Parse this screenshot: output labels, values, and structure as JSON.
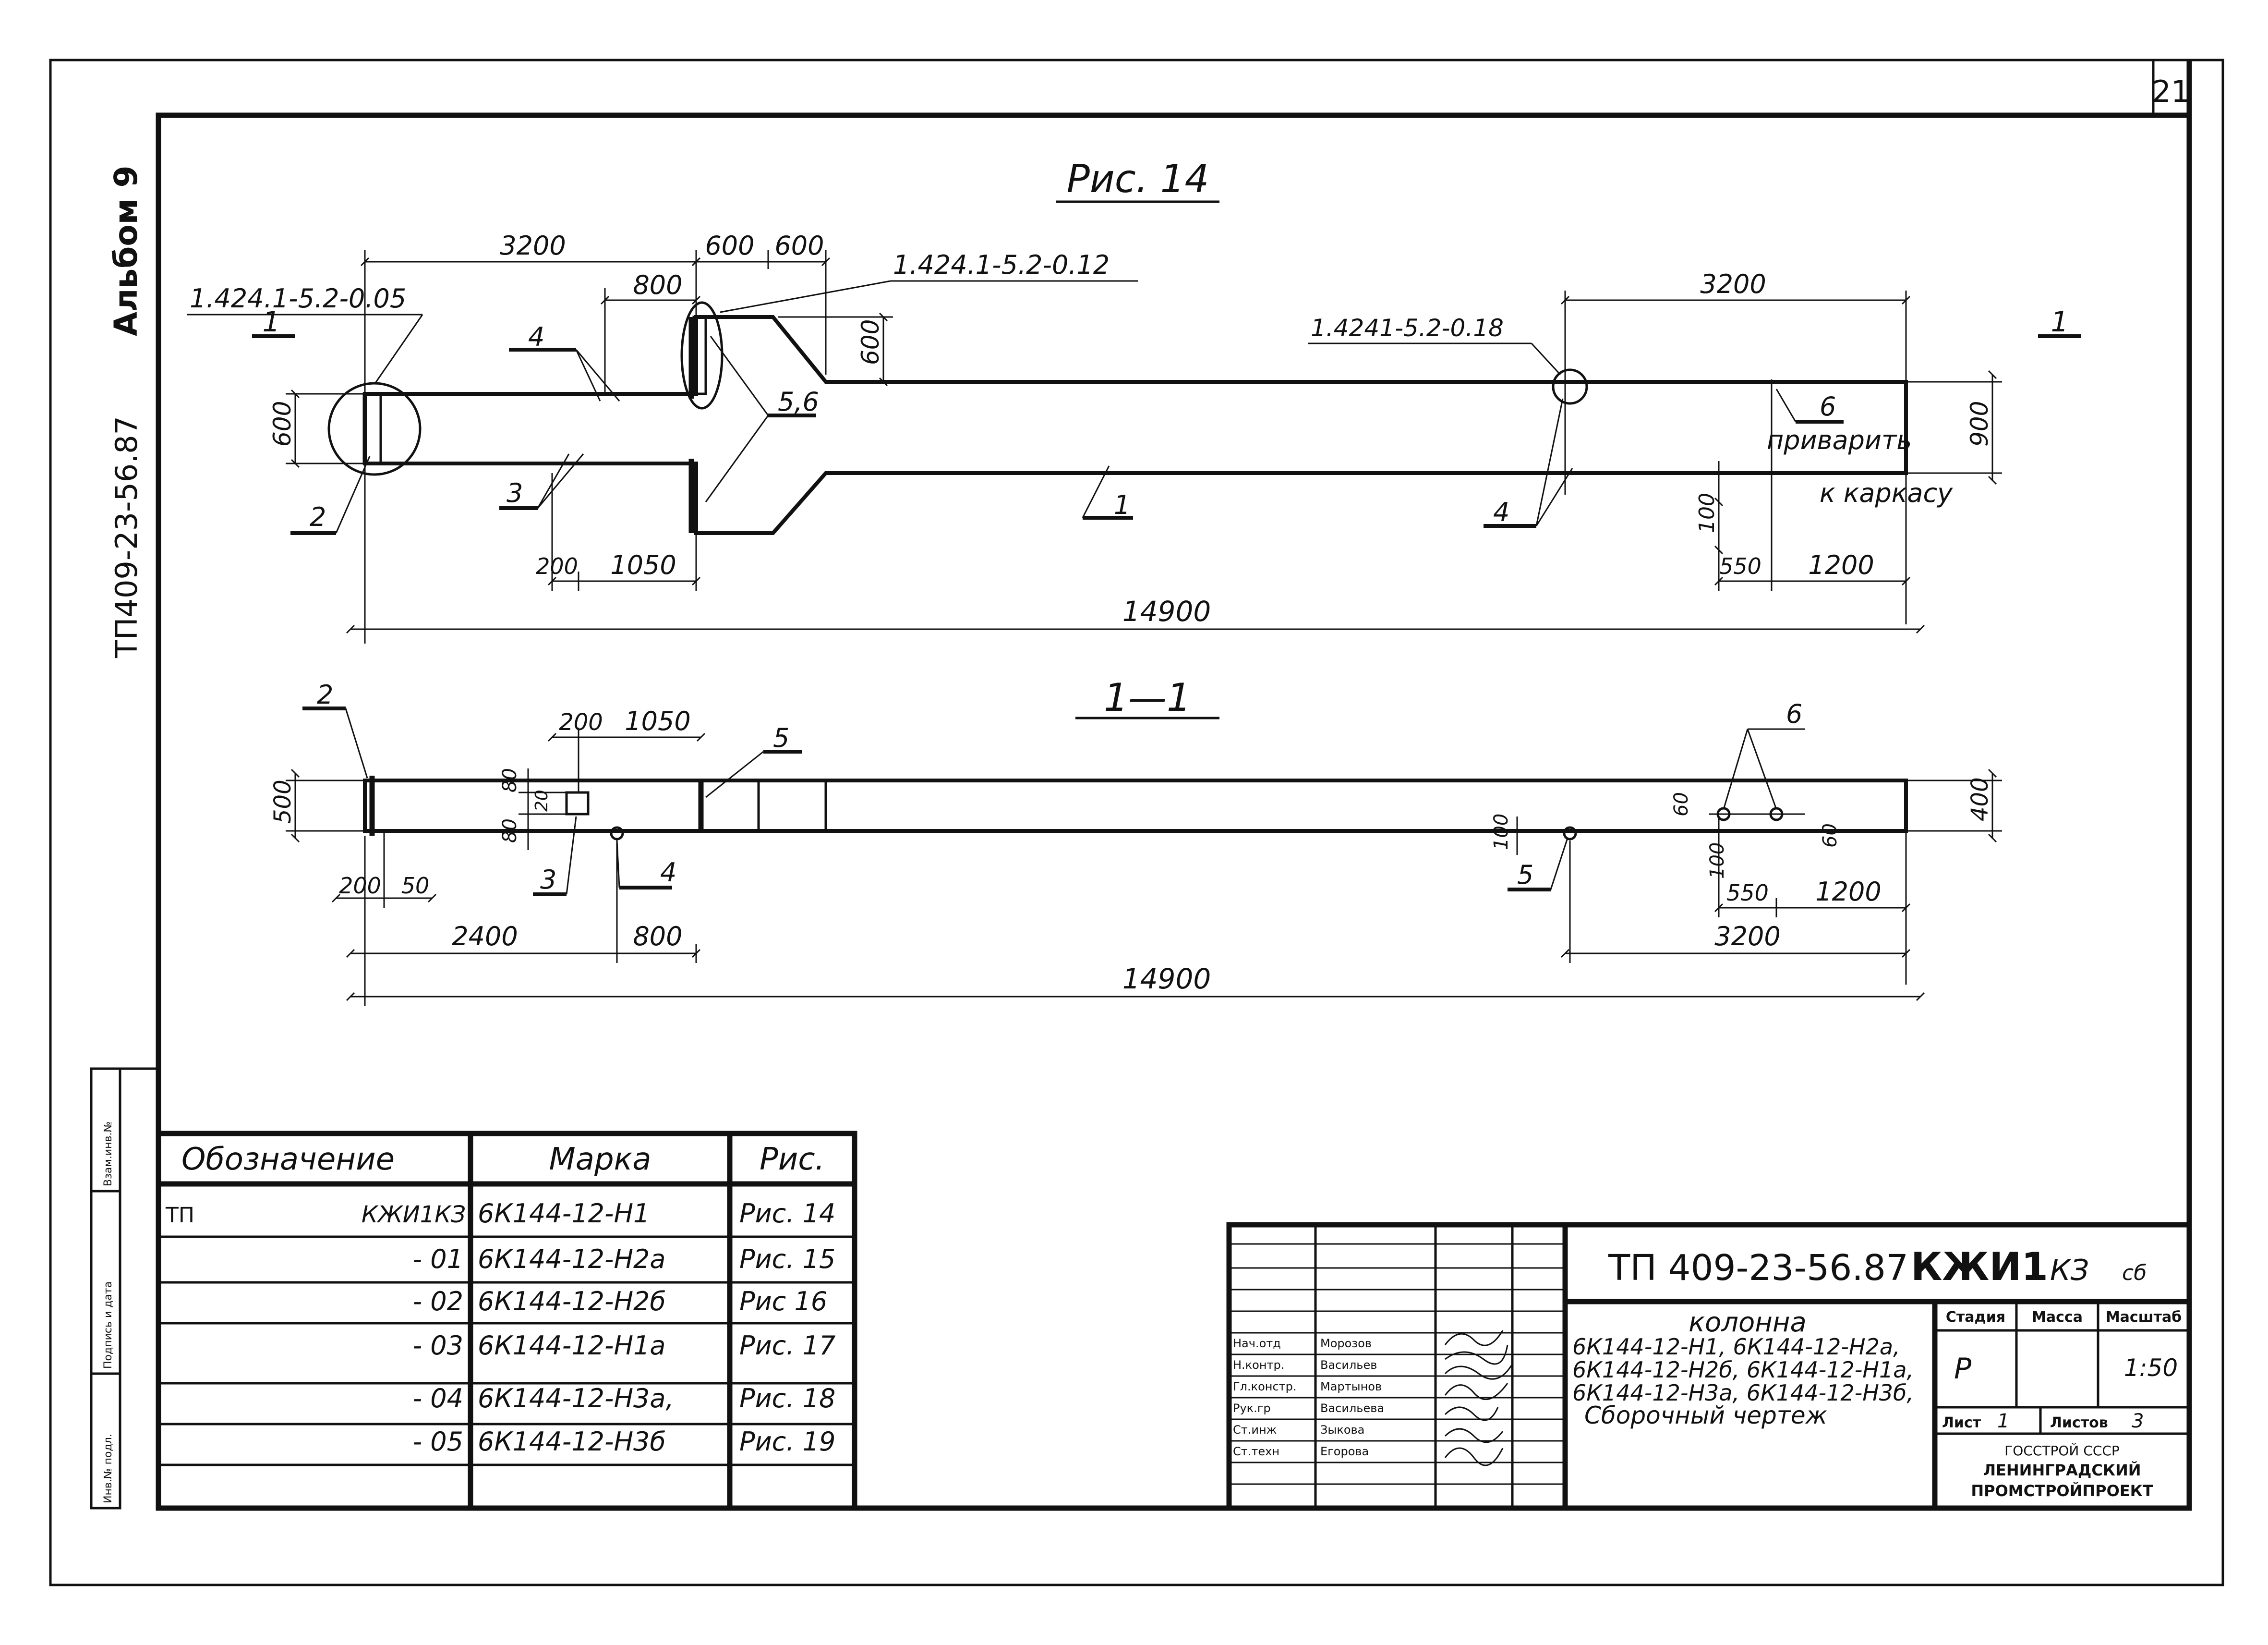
{
  "sheet": {
    "number": "21",
    "album": "Альбом 9",
    "doc_code_side": "ТП409-23-56.87",
    "side_fields": [
      "Взам.инв.№",
      "Подпись и дата",
      "Инв.№ подл."
    ]
  },
  "fig14": {
    "title": "Рис. 14",
    "section_mark_left": "1",
    "section_mark_right": "1",
    "ref_left": "1.424.1-5.2-0.05",
    "ref_mid": "1.424.1-5.2-0.12",
    "ref_right": "1.4241-5.2-0.18",
    "dims": {
      "d3200_left": "3200",
      "d600_a": "600",
      "d600_b": "600",
      "d800": "800",
      "d600_v": "600",
      "d600_left_v": "600",
      "d3200_right": "3200",
      "d900": "900",
      "d200": "200",
      "d1050": "1050",
      "d100": "100",
      "d550": "550",
      "d1200": "1200",
      "d14900": "14900"
    },
    "positions": {
      "p1": "1",
      "p2": "2",
      "p3": "3",
      "p4a": "4",
      "p4b": "4",
      "p5_6": "5,6",
      "p6": "6"
    },
    "note_line1": "приварить",
    "note_line2": "к каркасу"
  },
  "sec11": {
    "title": "1—1",
    "dims": {
      "d200_top": "200",
      "d1050_top": "1050",
      "d500": "500",
      "d400": "400",
      "d80_a": "80",
      "d20": "20",
      "d80_b": "80",
      "d200_bot": "200",
      "d50": "50",
      "d2400": "2400",
      "d800": "800",
      "d100_right": "100",
      "d60_a": "60",
      "d60_b": "60",
      "d100_b": "100",
      "d550": "550",
      "d1200": "1200",
      "d3200": "3200",
      "d14900": "14900"
    },
    "positions": {
      "p2": "2",
      "p3": "3",
      "p4": "4",
      "p5a": "5",
      "p5b": "5",
      "p6": "6"
    }
  },
  "spec_table": {
    "headers": [
      "Обозначение",
      "Марка",
      "Рис."
    ],
    "rows": [
      {
        "prefix": "ТП",
        "designation": "КЖИ1КЗ",
        "mark": "6К144-12-Н1",
        "fig": "Рис. 14"
      },
      {
        "prefix": "",
        "designation": "- 01",
        "mark": "6К144-12-Н2а",
        "fig": "Рис. 15"
      },
      {
        "prefix": "",
        "designation": "- 02",
        "mark": "6К144-12-Н2б",
        "fig": "Рис 16"
      },
      {
        "prefix": "",
        "designation": "- 03",
        "mark": "6К144-12-Н1а",
        "fig": "Рис. 17"
      },
      {
        "prefix": "",
        "designation": "- 04",
        "mark": "6К144-12-Н3а,",
        "fig": "Рис. 18"
      },
      {
        "prefix": "",
        "designation": "- 05",
        "mark": "6К144-12-Н3б",
        "fig": "Рис. 19"
      }
    ]
  },
  "title_block": {
    "code": "ТП 409-23-56.87",
    "mark": "КЖИ1",
    "suffix": "КЗ",
    "suffix2": "сб",
    "name_lines": [
      "колонна",
      "6К144-12-Н1, 6К144-12-Н2а,",
      "6К144-12-Н2б, 6К144-12-Н1а,",
      "6К144-12-Н3а, 6К144-12-Н3б,",
      "Сборочный чертеж"
    ],
    "stage_label": "Стадия",
    "mass_label": "Масса",
    "scale_label": "Масштаб",
    "stage": "Р",
    "mass": "",
    "scale": "1:50",
    "sheet_label": "Лист",
    "sheet_no": "1",
    "sheets_label": "Листов",
    "sheets_total": "3",
    "org": [
      "ГОССТРОЙ СССР",
      "ЛЕНИНГРАДСКИЙ",
      "ПРОМСТРОЙПРОЕКТ"
    ],
    "staff": [
      {
        "role": "Нач.отд",
        "name": "Морозов"
      },
      {
        "role": "Н.контр.",
        "name": "Васильев"
      },
      {
        "role": "Гл.констр.",
        "name": "Мартынов"
      },
      {
        "role": "Рук.гр",
        "name": "Васильева"
      },
      {
        "role": "Ст.инж",
        "name": "Зыкова"
      },
      {
        "role": "Ст.техн",
        "name": "Егорова"
      }
    ]
  }
}
